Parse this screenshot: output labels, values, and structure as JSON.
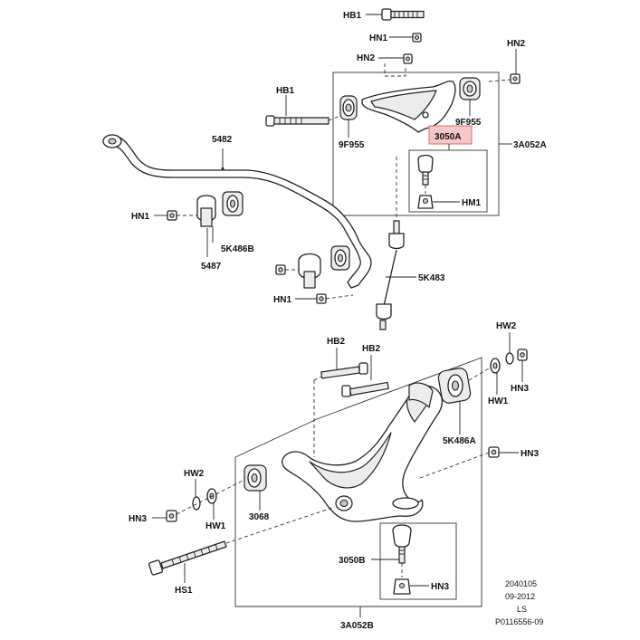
{
  "labels": {
    "hb1_top": "HB1",
    "hn1_top": "HN1",
    "hn2_top": "HN2",
    "hn2_right": "HN2",
    "hb1_left": "HB1",
    "f9955_left": "9F955",
    "f9955_right": "9F955",
    "a3050": "3050A",
    "a3a052": "3A052A",
    "hm1": "HM1",
    "bar5482": "5482",
    "hn1_left": "HN1",
    "k5486b": "5K486B",
    "p5487": "5487",
    "k5483": "5K483",
    "hn1_mid": "HN1",
    "hb2_a": "HB2",
    "hb2_b": "HB2",
    "hw2_top": "HW2",
    "hw1_right": "HW1",
    "hn3_right": "HN3",
    "k5486a": "5K486A",
    "hn3_mid": "HN3",
    "hw2_left": "HW2",
    "hn3_left": "HN3",
    "hw1_left": "HW1",
    "p3068": "3068",
    "b3050": "3050B",
    "hn3_low": "HN3",
    "hs1": "HS1",
    "b3a052": "3A052B"
  },
  "footer": {
    "code": "2040105",
    "date": "09-2012",
    "initials": "LS",
    "ref": "P0116556-09"
  },
  "colors": {
    "highlight_fill": "#f7c6c6",
    "highlight_stroke": "#e06d6d",
    "line": "#222222"
  }
}
